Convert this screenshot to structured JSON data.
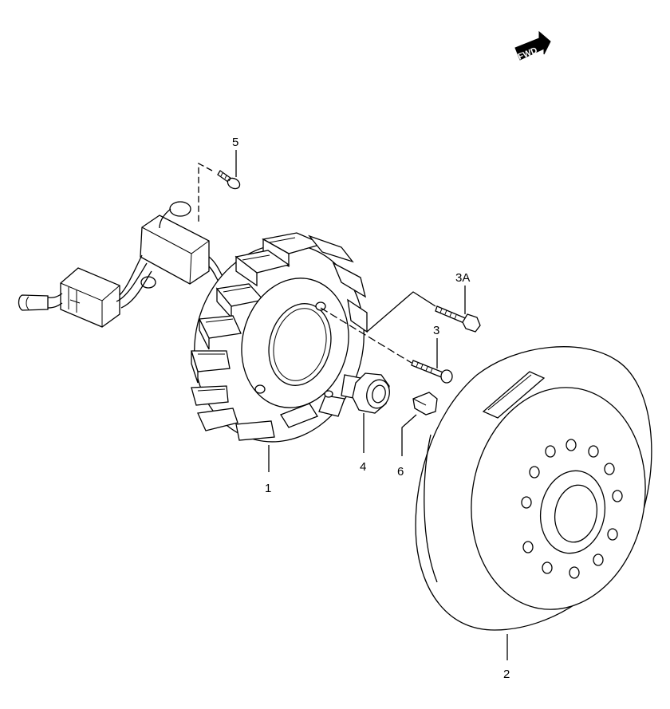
{
  "diagram": {
    "direction_badge": "FWD",
    "callouts": [
      {
        "id": "1",
        "text": "1"
      },
      {
        "id": "2",
        "text": "2"
      },
      {
        "id": "3",
        "text": "3"
      },
      {
        "id": "3A",
        "text": "3A"
      },
      {
        "id": "4",
        "text": "4"
      },
      {
        "id": "5",
        "text": "5"
      },
      {
        "id": "6",
        "text": "6"
      }
    ]
  },
  "colors": {
    "line": "#000000",
    "background": "#ffffff"
  }
}
